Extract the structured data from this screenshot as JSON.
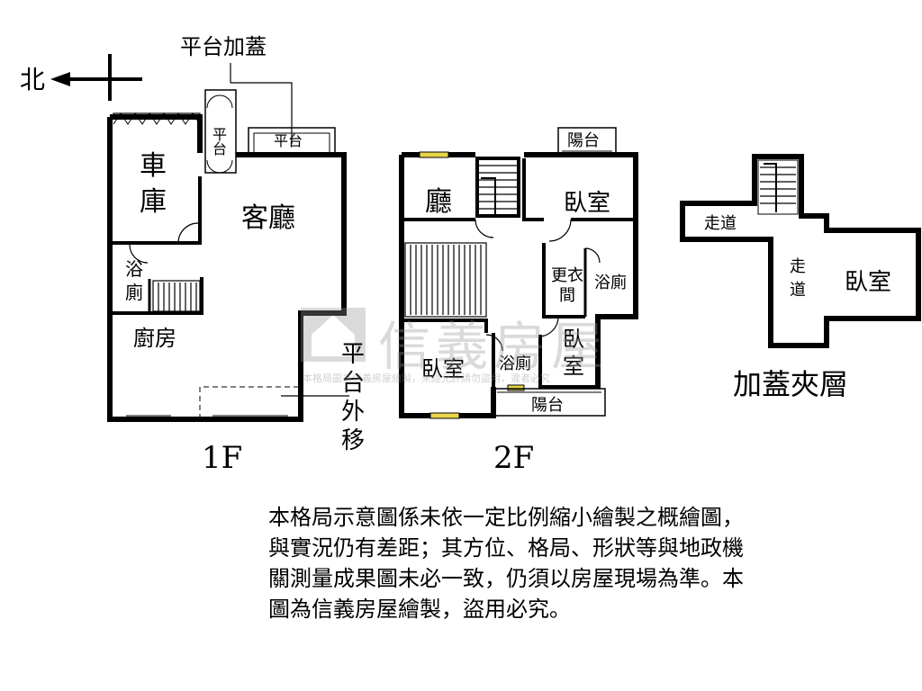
{
  "compass": {
    "label": "北"
  },
  "floor1": {
    "label": "1F",
    "annex_label": "平台加蓋",
    "rooms": {
      "garage": "車庫",
      "living": "客廳",
      "bath": "浴廁",
      "kitchen": "廚房",
      "platform_left": "平台",
      "platform_top": "平台"
    },
    "relocation_note": "平台外移"
  },
  "floor2": {
    "label": "2F",
    "rooms": {
      "hall": "廳",
      "bedroom_ne": "臥室",
      "balcony_top": "陽台",
      "closet": "更衣間",
      "bath_right": "浴廁",
      "bedroom_sw": "臥室",
      "bath_center": "浴廁",
      "bedroom_se": "臥室",
      "balcony_bottom": "陽台"
    }
  },
  "mezzanine": {
    "label": "加蓋夾層",
    "rooms": {
      "corridor_left": "走道",
      "corridor_center": "走道",
      "bedroom": "臥室"
    }
  },
  "watermark": {
    "brand": "信義房屋",
    "subtext": "本格局圖為信義房屋繪製，未經允許請勿盜用，違者必究"
  },
  "disclaimer": "本格局示意圖係未依一定比例縮小繪製之概繪圖，與實況仍有差距；其方位、格局、形狀等與地政機關測量成果圖未必一致，仍須以房屋現場為準。本圖為信義房屋繪製，盜用必究。",
  "colors": {
    "wall": "#000000",
    "window": "#e8d54a",
    "watermark": "#969696"
  }
}
